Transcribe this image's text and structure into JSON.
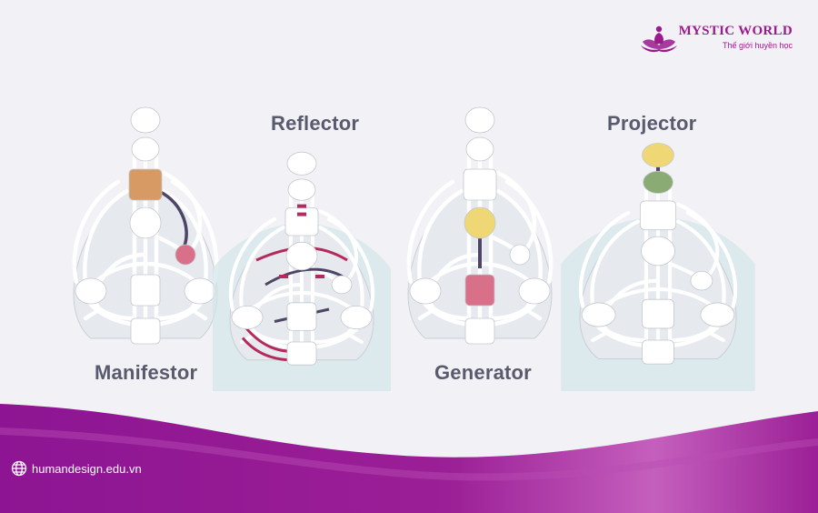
{
  "brand": {
    "name": "MYSTIC WORLD",
    "tagline": "Thế giới huyền học",
    "icon": "lotus-buddha-icon",
    "color": "#9b1a8e"
  },
  "footer": {
    "website": "humandesign.edu.vn",
    "icon": "globe-icon"
  },
  "colors": {
    "background": "#f2f1f5",
    "wave": "#8d1593",
    "wave_light": "#c55fbd",
    "label": "#5a5a6e",
    "channel": "#4e4566",
    "channel_accent": "#b42a5c"
  },
  "charts": [
    {
      "id": "manifestor",
      "label": "Manifestor",
      "defined": [
        {
          "center": "throat",
          "color": "#d89a64"
        },
        {
          "center": "heart",
          "color": "#d9708a"
        }
      ]
    },
    {
      "id": "reflector",
      "label": "Reflector",
      "defined": []
    },
    {
      "id": "generator",
      "label": "Generator",
      "defined": [
        {
          "center": "g",
          "color": "#eed774"
        },
        {
          "center": "sacral",
          "color": "#d9708a"
        }
      ]
    },
    {
      "id": "projector",
      "label": "Projector",
      "defined": [
        {
          "center": "head",
          "color": "#eed774"
        },
        {
          "center": "ajna",
          "color": "#8aab74"
        }
      ]
    }
  ]
}
